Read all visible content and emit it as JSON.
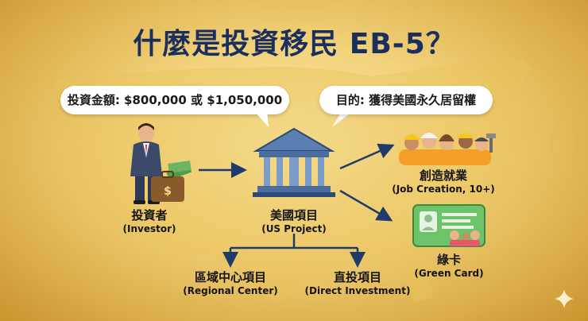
{
  "title": "什麼是投資移民 EB-5？",
  "bubbles": {
    "investment": "投資金額: $800,000 或 $1,050,000",
    "goal": "目的: 獲得美國永久居留權"
  },
  "nodes": {
    "investor": {
      "zh": "投資者",
      "en": "(Investor)"
    },
    "us_project": {
      "zh": "美國項目",
      "en": "(US Project)"
    },
    "job_creation": {
      "zh": "創造就業",
      "en": "(Job Creation, 10+)"
    },
    "green_card": {
      "zh": "綠卡",
      "en": "(Green Card)"
    },
    "regional_center": {
      "zh": "區域中心項目",
      "en": "(Regional Center)"
    },
    "direct_investment": {
      "zh": "直投項目",
      "en": "(Direct Investment)"
    }
  },
  "icons": {
    "investor": "businessman-with-money-icon",
    "us_project": "bank-building-icon",
    "job_creation": "workers-group-icon",
    "green_card": "green-card-icon",
    "sparkle": "sparkle-icon"
  },
  "colors": {
    "title": "#1b2f5e",
    "arrow": "#1f3a6b",
    "background": "#f2d27a",
    "card": "#5cb85c"
  }
}
